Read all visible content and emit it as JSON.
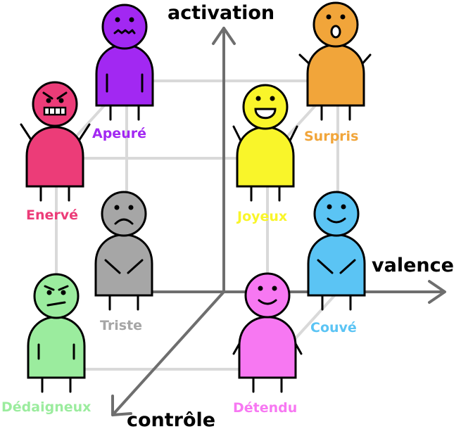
{
  "axes": {
    "activation": "activation",
    "valence": "valence",
    "controle": "contrôle"
  },
  "colors": {
    "axis": "#6e6e6e",
    "cube": "#d9d9d9"
  },
  "emotions": [
    {
      "id": "apeure",
      "label": "Apeuré",
      "color": "#a228f2",
      "face": "afraid-face"
    },
    {
      "id": "surpris",
      "label": "Surpris",
      "color": "#f1a53a",
      "face": "surprised-face"
    },
    {
      "id": "enerve",
      "label": "Enervé",
      "color": "#ec3c78",
      "face": "angry-face"
    },
    {
      "id": "joyeux",
      "label": "Joyeux",
      "color": "#f9f52a",
      "face": "joyful-face"
    },
    {
      "id": "triste",
      "label": "Triste",
      "color": "#a6a6a6",
      "face": "sad-face"
    },
    {
      "id": "couve",
      "label": "Couvé",
      "color": "#5bc4f4",
      "face": "smile-face"
    },
    {
      "id": "dedaigneux",
      "label": "Dédaigneux",
      "color": "#9bec9e",
      "face": "disdain-face"
    },
    {
      "id": "detendu",
      "label": "Détendu",
      "color": "#f778f2",
      "face": "relaxed-face"
    }
  ]
}
